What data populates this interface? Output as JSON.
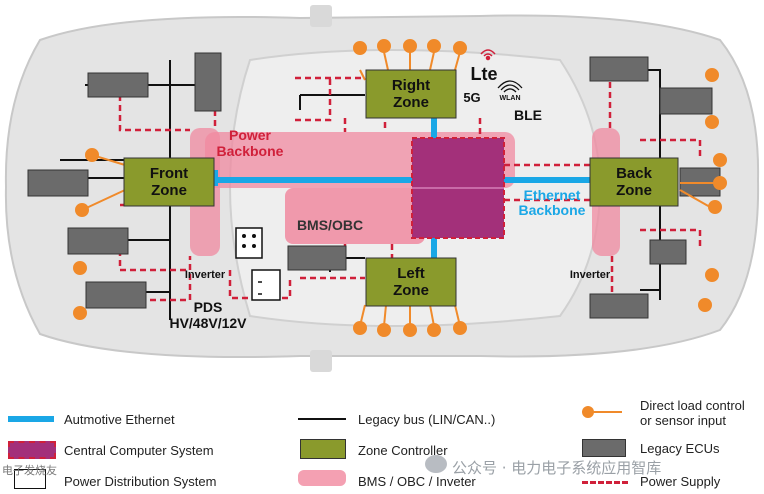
{
  "zones": {
    "front": "Front\nZone",
    "right": "Right\nZone",
    "left": "Left\nZone",
    "back": "Back\nZone"
  },
  "labels": {
    "power_backbone": "Power\nBackbone",
    "bms_obc": "BMS/OBC",
    "ethernet_backbone": "Ethernet\nBackbone",
    "inverter_left": "Inverter",
    "inverter_right": "Inverter",
    "pds": "PDS",
    "pds_voltage": "HV/48V/12V",
    "lte": "Lte",
    "five_g": "5G",
    "wlan": "WLAN",
    "ble": "BLE"
  },
  "legend": {
    "ethernet": "Autmotive Ethernet",
    "central": "Central Computer System",
    "pds": "Power Distribution System",
    "legacy_bus": "Legacy bus (LIN/CAN..)",
    "zone_controller": "Zone Controller",
    "bms": "BMS / OBC / Inveter",
    "direct_load": "Direct load control\nor sensor input",
    "legacy_ecu": "Legacy ECUs",
    "power_supply": "Power Supply"
  },
  "watermark": "公众号 · 电力电子系统应用智库",
  "corner_text": "电子发烧友",
  "colors": {
    "ethernet": "#1aa7e6",
    "zone": "#8a9a2c",
    "central": "#a3307a",
    "bms": "#f08aa0",
    "power": "#d0203a",
    "ecu": "#6b6b6b",
    "load": "#f08a2a"
  }
}
